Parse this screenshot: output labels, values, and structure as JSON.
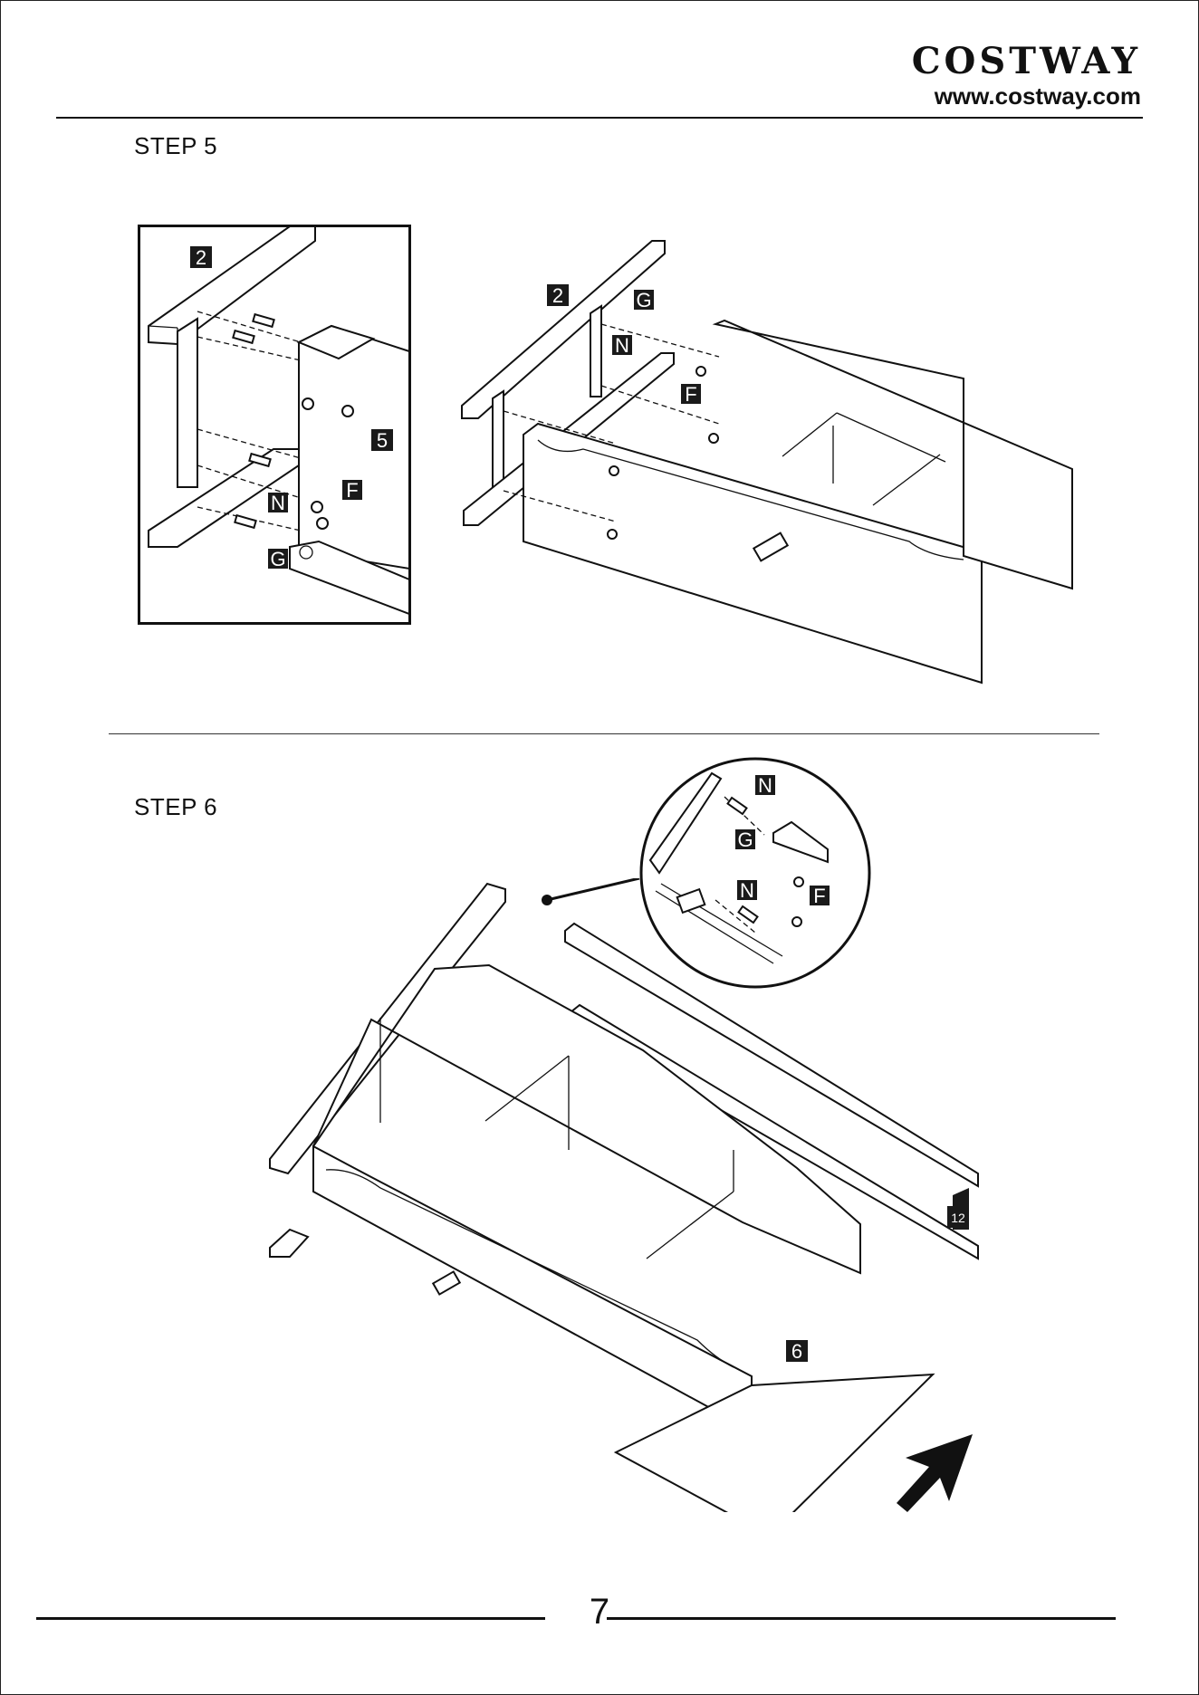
{
  "header": {
    "brand": "COSTWAY",
    "website": "www.costway.com"
  },
  "step5": {
    "label": "STEP 5",
    "inset_tags": {
      "part2": "2",
      "part5": "5",
      "hw_f": "F",
      "hw_n": "N",
      "hw_g": "G"
    },
    "main_tags": {
      "part2": "2",
      "hw_g": "G",
      "hw_n": "N",
      "hw_f": "F"
    }
  },
  "step6": {
    "label": "STEP 6",
    "zoom_tags": {
      "hw_n_top": "N",
      "hw_g": "G",
      "hw_n_bottom": "N",
      "hw_f": "F"
    },
    "main_tags": {
      "part12": "12",
      "part6": "6"
    }
  },
  "footer": {
    "page_number": "7"
  }
}
